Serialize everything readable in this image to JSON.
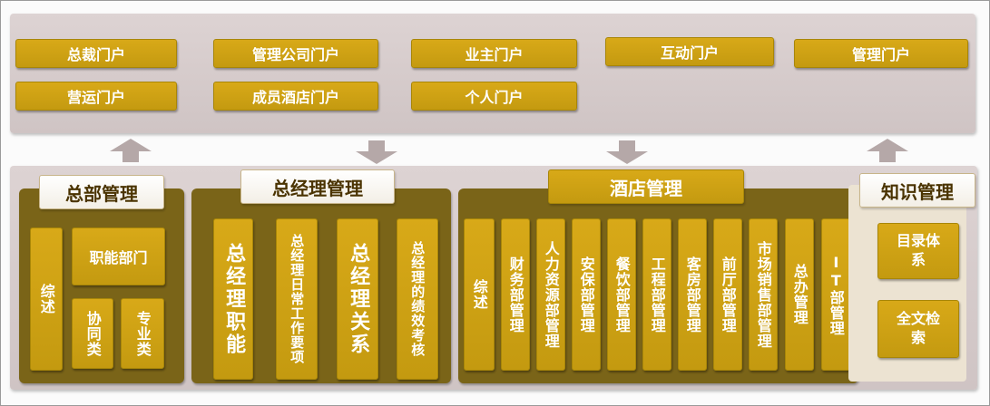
{
  "portals": {
    "row1": [
      "总裁门户",
      "管理公司门户",
      "业主门户",
      "互动门户",
      "管理门户"
    ],
    "row2": [
      "营运门户",
      "成员酒店门户",
      "个人门户"
    ]
  },
  "headquarters": {
    "title": "总部管理",
    "overview": "综述",
    "functional": "职能部门",
    "collaborative": "协同类",
    "professional": "专业类"
  },
  "general_manager": {
    "title": "总经理管理",
    "items": [
      "总经理职能",
      "总经理日常工作要项",
      "总经理关系",
      "总经理的绩效考核"
    ]
  },
  "hotel": {
    "title": "酒店管理",
    "items": [
      "综述",
      "财务部管理",
      "人力资源部管理",
      "安保部管理",
      "餐饮部管理",
      "工程部管理",
      "客房部管理",
      "前厅部管理",
      "市场销售部管理",
      "总办管理",
      "IT部管理"
    ]
  },
  "knowledge": {
    "title": "知识管理",
    "items": [
      "目录体系",
      "全文检索"
    ]
  },
  "colors": {
    "gold": "#c9a012",
    "olive": "#7a6418",
    "panel": "#d6cccc",
    "arrow": "#b5a8a8"
  }
}
